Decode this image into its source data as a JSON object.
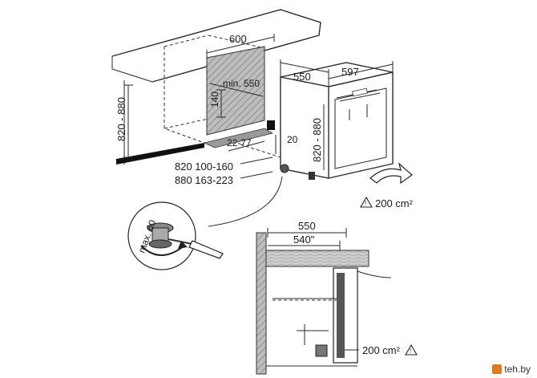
{
  "top_view": {
    "dim_600": "600",
    "dim_min550": "min. 550",
    "dim_140": "140",
    "dim_820_880_left": "820 - 880",
    "dim_22_77": "22-77",
    "dim_20": "20",
    "dim_550": "550",
    "dim_597": "597",
    "dim_820_880_right": "820 - 880",
    "table_row1": "820  100-160",
    "table_row2": "880  163-223",
    "airflow": "200 cm²"
  },
  "detail": {
    "max60": "max. 60"
  },
  "section_view": {
    "dim_550": "550",
    "dim_540": "540\"",
    "airflow": "200 cm²"
  },
  "watermark": {
    "text": "teh.by"
  },
  "colors": {
    "line": "#2a2a2a",
    "shade": "#c9c9c9",
    "watermark_accent": "#e07a1f"
  }
}
